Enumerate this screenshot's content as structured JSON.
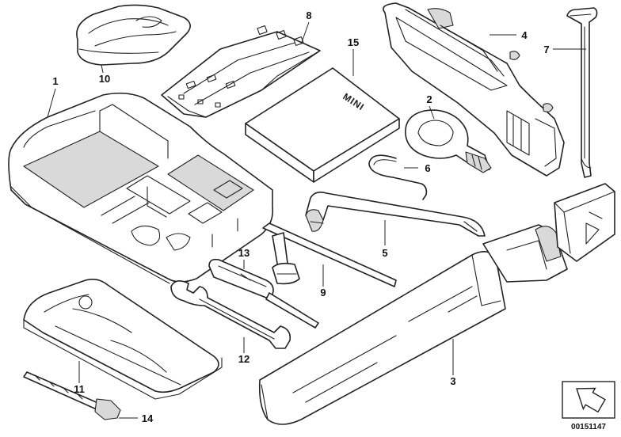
{
  "brand_text": "MINI",
  "reference_code": "00151147",
  "callouts": [
    {
      "id": "p1",
      "number": "1"
    },
    {
      "id": "p2",
      "number": "2"
    },
    {
      "id": "p3",
      "number": "3"
    },
    {
      "id": "p4",
      "number": "4"
    },
    {
      "id": "p5",
      "number": "5"
    },
    {
      "id": "p6",
      "number": "6"
    },
    {
      "id": "p7",
      "number": "7"
    },
    {
      "id": "p8",
      "number": "8"
    },
    {
      "id": "p9",
      "number": "9"
    },
    {
      "id": "p10",
      "number": "10"
    },
    {
      "id": "p11",
      "number": "11"
    },
    {
      "id": "p12",
      "number": "12"
    },
    {
      "id": "p13",
      "number": "13"
    },
    {
      "id": "p14",
      "number": "14"
    },
    {
      "id": "p15",
      "number": "15"
    }
  ]
}
